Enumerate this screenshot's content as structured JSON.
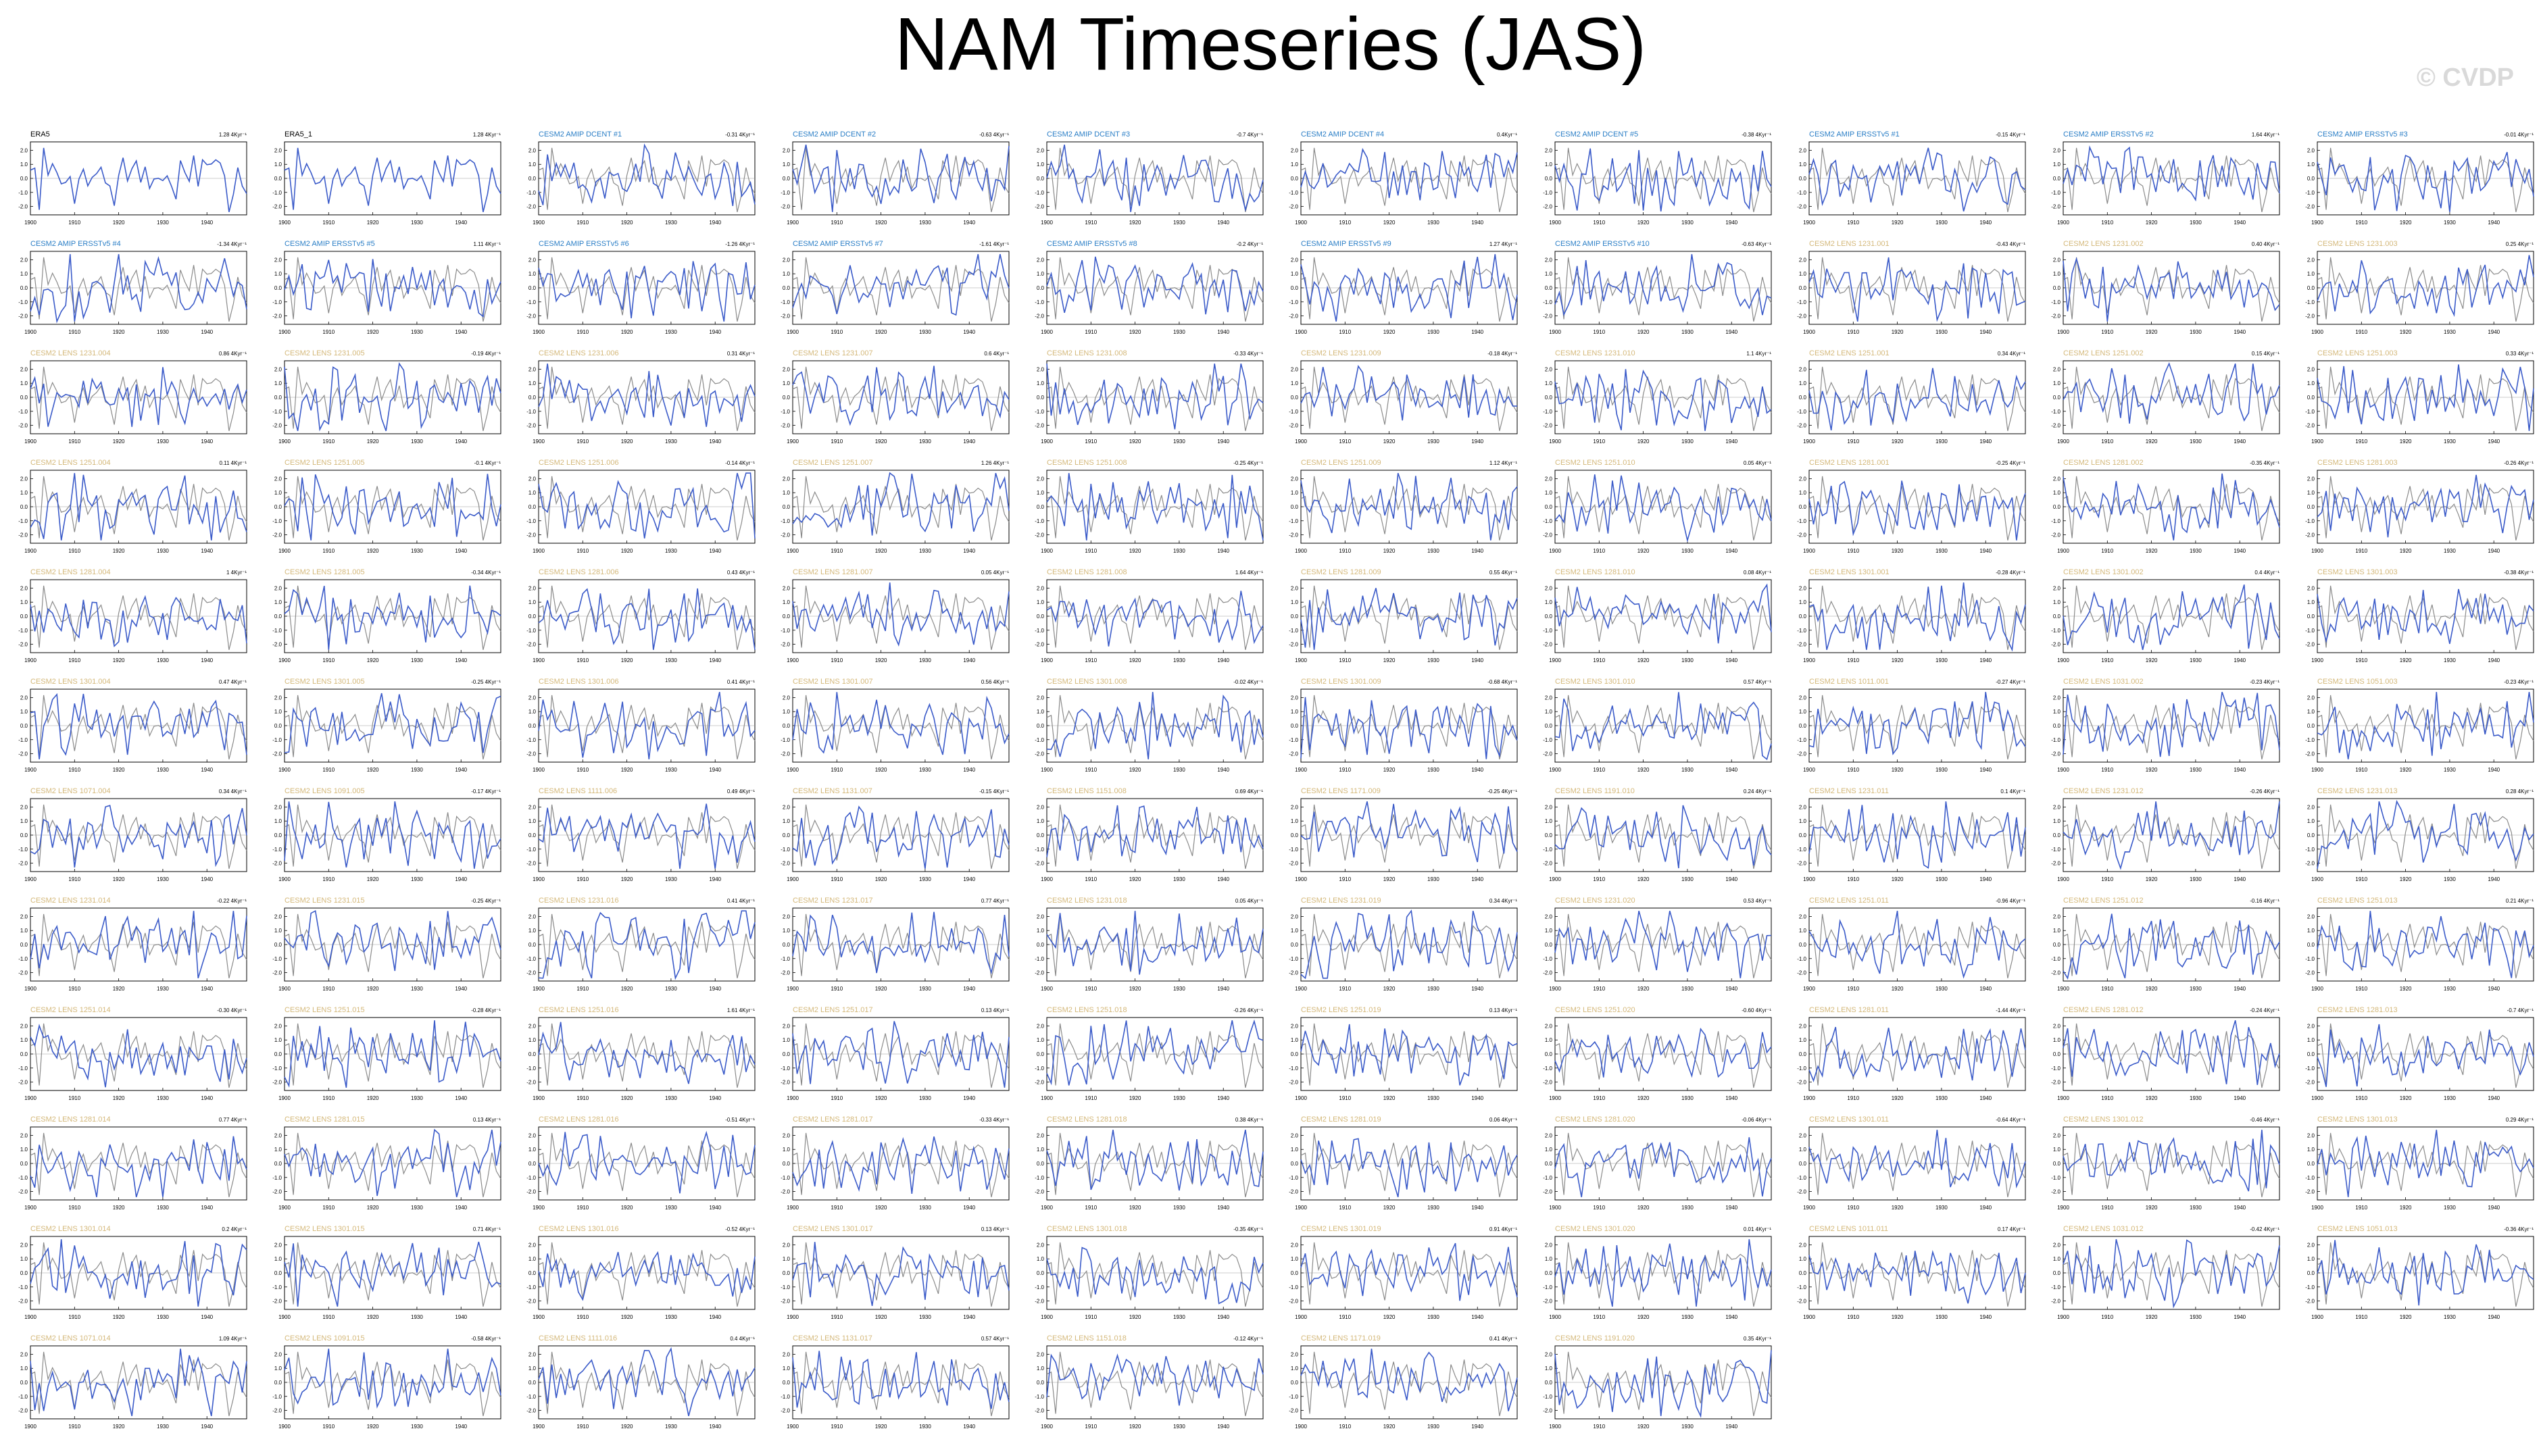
{
  "page": {
    "title": "NAM Timeseries (JAS)",
    "watermark": "© CVDP"
  },
  "colors": {
    "member_line": "#3b5bc9",
    "obs_line": "#8a8a8a",
    "zero_line": "#999999",
    "obs_title": "#000000",
    "amip_title": "#2a7ec6",
    "lens_title": "#d4b87a",
    "axis": "#000000"
  },
  "chart_data": {
    "type": "line",
    "x_range": [
      1900,
      1949
    ],
    "xticks": [
      "1900",
      "1910",
      "1920",
      "1930",
      "1940"
    ],
    "yticks": [
      "2.0",
      "1.0",
      "0.0",
      "-1.0",
      "-2.0"
    ],
    "ylim": [
      -2.6,
      2.6
    ],
    "panels": [
      {
        "title": "ERA5",
        "trend": "1.28 4Kyr⁻¹",
        "group": "obs"
      },
      {
        "title": "ERA5_1",
        "trend": "1.28 4Kyr⁻¹",
        "group": "obs"
      },
      {
        "title": "CESM2 AMIP DCENT #1",
        "trend": "-0.31 4Kyr⁻¹",
        "group": "amip"
      },
      {
        "title": "CESM2 AMIP DCENT #2",
        "trend": "-0.63 4Kyr⁻¹",
        "group": "amip"
      },
      {
        "title": "CESM2 AMIP DCENT #3",
        "trend": "-0.7 4Kyr⁻¹",
        "group": "amip"
      },
      {
        "title": "CESM2 AMIP DCENT #4",
        "trend": "0.4Kyr⁻¹",
        "group": "amip"
      },
      {
        "title": "CESM2 AMIP DCENT #5",
        "trend": "-0.38 4Kyr⁻¹",
        "group": "amip"
      },
      {
        "title": "CESM2 AMIP ERSSTv5 #1",
        "trend": "-0.15 4Kyr⁻¹",
        "group": "amip"
      },
      {
        "title": "CESM2 AMIP ERSSTv5 #2",
        "trend": "1.64 4Kyr⁻¹",
        "group": "amip"
      },
      {
        "title": "CESM2 AMIP ERSSTv5 #3",
        "trend": "-0.01 4Kyr⁻¹",
        "group": "amip"
      },
      {
        "title": "CESM2 AMIP ERSSTv5 #4",
        "trend": "-1.34 4Kyr⁻¹",
        "group": "amip"
      },
      {
        "title": "CESM2 AMIP ERSSTv5 #5",
        "trend": "1.11 4Kyr⁻¹",
        "group": "amip"
      },
      {
        "title": "CESM2 AMIP ERSSTv5 #6",
        "trend": "-1.26 4Kyr⁻¹",
        "group": "amip"
      },
      {
        "title": "CESM2 AMIP ERSSTv5 #7",
        "trend": "-1.61 4Kyr⁻¹",
        "group": "amip"
      },
      {
        "title": "CESM2 AMIP ERSSTv5 #8",
        "trend": "-0.2 4Kyr⁻¹",
        "group": "amip"
      },
      {
        "title": "CESM2 AMIP ERSSTv5 #9",
        "trend": "1.27 4Kyr⁻¹",
        "group": "amip"
      },
      {
        "title": "CESM2 AMIP ERSSTv5 #10",
        "trend": "-0.63 4Kyr⁻¹",
        "group": "amip"
      },
      {
        "title": "CESM2 LENS 1231.001",
        "trend": "-0.43 4Kyr⁻¹",
        "group": "lens"
      },
      {
        "title": "CESM2 LENS 1231.002",
        "trend": "0.40 4Kyr⁻¹",
        "group": "lens"
      },
      {
        "title": "CESM2 LENS 1231.003",
        "trend": "0.25 4Kyr⁻¹",
        "group": "lens"
      },
      {
        "title": "CESM2 LENS 1231.004",
        "trend": "0.86 4Kyr⁻¹",
        "group": "lens"
      },
      {
        "title": "CESM2 LENS 1231.005",
        "trend": "-0.19 4Kyr⁻¹",
        "group": "lens"
      },
      {
        "title": "CESM2 LENS 1231.006",
        "trend": "0.31 4Kyr⁻¹",
        "group": "lens"
      },
      {
        "title": "CESM2 LENS 1231.007",
        "trend": "0.6 4Kyr⁻¹",
        "group": "lens"
      },
      {
        "title": "CESM2 LENS 1231.008",
        "trend": "-0.33 4Kyr⁻¹",
        "group": "lens"
      },
      {
        "title": "CESM2 LENS 1231.009",
        "trend": "-0.18 4Kyr⁻¹",
        "group": "lens"
      },
      {
        "title": "CESM2 LENS 1231.010",
        "trend": "1.1 4Kyr⁻¹",
        "group": "lens"
      },
      {
        "title": "CESM2 LENS 1251.001",
        "trend": "0.34 4Kyr⁻¹",
        "group": "lens"
      },
      {
        "title": "CESM2 LENS 1251.002",
        "trend": "0.15 4Kyr⁻¹",
        "group": "lens"
      },
      {
        "title": "CESM2 LENS 1251.003",
        "trend": "0.33 4Kyr⁻¹",
        "group": "lens"
      },
      {
        "title": "CESM2 LENS 1251.004",
        "trend": "0.11 4Kyr⁻¹",
        "group": "lens"
      },
      {
        "title": "CESM2 LENS 1251.005",
        "trend": "-0.1 4Kyr⁻¹",
        "group": "lens"
      },
      {
        "title": "CESM2 LENS 1251.006",
        "trend": "-0.14 4Kyr⁻¹",
        "group": "lens"
      },
      {
        "title": "CESM2 LENS 1251.007",
        "trend": "1.26 4Kyr⁻¹",
        "group": "lens"
      },
      {
        "title": "CESM2 LENS 1251.008",
        "trend": "-0.25 4Kyr⁻¹",
        "group": "lens"
      },
      {
        "title": "CESM2 LENS 1251.009",
        "trend": "1.12 4Kyr⁻¹",
        "group": "lens"
      },
      {
        "title": "CESM2 LENS 1251.010",
        "trend": "0.05 4Kyr⁻¹",
        "group": "lens"
      },
      {
        "title": "CESM2 LENS 1281.001",
        "trend": "-0.25 4Kyr⁻¹",
        "group": "lens"
      },
      {
        "title": "CESM2 LENS 1281.002",
        "trend": "-0.35 4Kyr⁻¹",
        "group": "lens"
      },
      {
        "title": "CESM2 LENS 1281.003",
        "trend": "-0.26 4Kyr⁻¹",
        "group": "lens"
      },
      {
        "title": "CESM2 LENS 1281.004",
        "trend": "1 4Kyr⁻¹",
        "group": "lens"
      },
      {
        "title": "CESM2 LENS 1281.005",
        "trend": "-0.34 4Kyr⁻¹",
        "group": "lens"
      },
      {
        "title": "CESM2 LENS 1281.006",
        "trend": "0.43 4Kyr⁻¹",
        "group": "lens"
      },
      {
        "title": "CESM2 LENS 1281.007",
        "trend": "0.05 4Kyr⁻¹",
        "group": "lens"
      },
      {
        "title": "CESM2 LENS 1281.008",
        "trend": "1.64 4Kyr⁻¹",
        "group": "lens"
      },
      {
        "title": "CESM2 LENS 1281.009",
        "trend": "0.55 4Kyr⁻¹",
        "group": "lens"
      },
      {
        "title": "CESM2 LENS 1281.010",
        "trend": "0.08 4Kyr⁻¹",
        "group": "lens"
      },
      {
        "title": "CESM2 LENS 1301.001",
        "trend": "-0.28 4Kyr⁻¹",
        "group": "lens"
      },
      {
        "title": "CESM2 LENS 1301.002",
        "trend": "0.4 4Kyr⁻¹",
        "group": "lens"
      },
      {
        "title": "CESM2 LENS 1301.003",
        "trend": "-0.38 4Kyr⁻¹",
        "group": "lens"
      },
      {
        "title": "CESM2 LENS 1301.004",
        "trend": "0.47 4Kyr⁻¹",
        "group": "lens"
      },
      {
        "title": "CESM2 LENS 1301.005",
        "trend": "-0.25 4Kyr⁻¹",
        "group": "lens"
      },
      {
        "title": "CESM2 LENS 1301.006",
        "trend": "0.41 4Kyr⁻¹",
        "group": "lens"
      },
      {
        "title": "CESM2 LENS 1301.007",
        "trend": "0.56 4Kyr⁻¹",
        "group": "lens"
      },
      {
        "title": "CESM2 LENS 1301.008",
        "trend": "-0.02 4Kyr⁻¹",
        "group": "lens"
      },
      {
        "title": "CESM2 LENS 1301.009",
        "trend": "-0.68 4Kyr⁻¹",
        "group": "lens"
      },
      {
        "title": "CESM2 LENS 1301.010",
        "trend": "0.57 4Kyr⁻¹",
        "group": "lens"
      },
      {
        "title": "CESM2 LENS 1011.001",
        "trend": "-0.27 4Kyr⁻¹",
        "group": "lens"
      },
      {
        "title": "CESM2 LENS 1031.002",
        "trend": "-0.23 4Kyr⁻¹",
        "group": "lens"
      },
      {
        "title": "CESM2 LENS 1051.003",
        "trend": "-0.23 4Kyr⁻¹",
        "group": "lens"
      },
      {
        "title": "CESM2 LENS 1071.004",
        "trend": "0.34 4Kyr⁻¹",
        "group": "lens"
      },
      {
        "title": "CESM2 LENS 1091.005",
        "trend": "-0.17 4Kyr⁻¹",
        "group": "lens"
      },
      {
        "title": "CESM2 LENS 1111.006",
        "trend": "0.49 4Kyr⁻¹",
        "group": "lens"
      },
      {
        "title": "CESM2 LENS 1131.007",
        "trend": "-0.15 4Kyr⁻¹",
        "group": "lens"
      },
      {
        "title": "CESM2 LENS 1151.008",
        "trend": "0.69 4Kyr⁻¹",
        "group": "lens"
      },
      {
        "title": "CESM2 LENS 1171.009",
        "trend": "-0.25 4Kyr⁻¹",
        "group": "lens"
      },
      {
        "title": "CESM2 LENS 1191.010",
        "trend": "0.24 4Kyr⁻¹",
        "group": "lens"
      },
      {
        "title": "CESM2 LENS 1231.011",
        "trend": "0.1 4Kyr⁻¹",
        "group": "lens"
      },
      {
        "title": "CESM2 LENS 1231.012",
        "trend": "-0.26 4Kyr⁻¹",
        "group": "lens"
      },
      {
        "title": "CESM2 LENS 1231.013",
        "trend": "0.28 4Kyr⁻¹",
        "group": "lens"
      },
      {
        "title": "CESM2 LENS 1231.014",
        "trend": "-0.22 4Kyr⁻¹",
        "group": "lens"
      },
      {
        "title": "CESM2 LENS 1231.015",
        "trend": "-0.25 4Kyr⁻¹",
        "group": "lens"
      },
      {
        "title": "CESM2 LENS 1231.016",
        "trend": "0.41 4Kyr⁻¹",
        "group": "lens"
      },
      {
        "title": "CESM2 LENS 1231.017",
        "trend": "0.77 4Kyr⁻¹",
        "group": "lens"
      },
      {
        "title": "CESM2 LENS 1231.018",
        "trend": "0.05 4Kyr⁻¹",
        "group": "lens"
      },
      {
        "title": "CESM2 LENS 1231.019",
        "trend": "0.34 4Kyr⁻¹",
        "group": "lens"
      },
      {
        "title": "CESM2 LENS 1231.020",
        "trend": "0.53 4Kyr⁻¹",
        "group": "lens"
      },
      {
        "title": "CESM2 LENS 1251.011",
        "trend": "-0.96 4Kyr⁻¹",
        "group": "lens"
      },
      {
        "title": "CESM2 LENS 1251.012",
        "trend": "-0.16 4Kyr⁻¹",
        "group": "lens"
      },
      {
        "title": "CESM2 LENS 1251.013",
        "trend": "0.21 4Kyr⁻¹",
        "group": "lens"
      },
      {
        "title": "CESM2 LENS 1251.014",
        "trend": "-0.30 4Kyr⁻¹",
        "group": "lens"
      },
      {
        "title": "CESM2 LENS 1251.015",
        "trend": "-0.28 4Kyr⁻¹",
        "group": "lens"
      },
      {
        "title": "CESM2 LENS 1251.016",
        "trend": "1.61 4Kyr⁻¹",
        "group": "lens"
      },
      {
        "title": "CESM2 LENS 1251.017",
        "trend": "0.13 4Kyr⁻¹",
        "group": "lens"
      },
      {
        "title": "CESM2 LENS 1251.018",
        "trend": "-0.26 4Kyr⁻¹",
        "group": "lens"
      },
      {
        "title": "CESM2 LENS 1251.019",
        "trend": "0.13 4Kyr⁻¹",
        "group": "lens"
      },
      {
        "title": "CESM2 LENS 1251.020",
        "trend": "-0.60 4Kyr⁻¹",
        "group": "lens"
      },
      {
        "title": "CESM2 LENS 1281.011",
        "trend": "-1.44 4Kyr⁻¹",
        "group": "lens"
      },
      {
        "title": "CESM2 LENS 1281.012",
        "trend": "-0.24 4Kyr⁻¹",
        "group": "lens"
      },
      {
        "title": "CESM2 LENS 1281.013",
        "trend": "-0.7 4Kyr⁻¹",
        "group": "lens"
      },
      {
        "title": "CESM2 LENS 1281.014",
        "trend": "0.77 4Kyr⁻¹",
        "group": "lens"
      },
      {
        "title": "CESM2 LENS 1281.015",
        "trend": "0.13 4Kyr⁻¹",
        "group": "lens"
      },
      {
        "title": "CESM2 LENS 1281.016",
        "trend": "-0.51 4Kyr⁻¹",
        "group": "lens"
      },
      {
        "title": "CESM2 LENS 1281.017",
        "trend": "-0.33 4Kyr⁻¹",
        "group": "lens"
      },
      {
        "title": "CESM2 LENS 1281.018",
        "trend": "0.38 4Kyr⁻¹",
        "group": "lens"
      },
      {
        "title": "CESM2 LENS 1281.019",
        "trend": "0.06 4Kyr⁻¹",
        "group": "lens"
      },
      {
        "title": "CESM2 LENS 1281.020",
        "trend": "-0.06 4Kyr⁻¹",
        "group": "lens"
      },
      {
        "title": "CESM2 LENS 1301.011",
        "trend": "-0.64 4Kyr⁻¹",
        "group": "lens"
      },
      {
        "title": "CESM2 LENS 1301.012",
        "trend": "-0.46 4Kyr⁻¹",
        "group": "lens"
      },
      {
        "title": "CESM2 LENS 1301.013",
        "trend": "0.29 4Kyr⁻¹",
        "group": "lens"
      },
      {
        "title": "CESM2 LENS 1301.014",
        "trend": "0.2 4Kyr⁻¹",
        "group": "lens"
      },
      {
        "title": "CESM2 LENS 1301.015",
        "trend": "0.71 4Kyr⁻¹",
        "group": "lens"
      },
      {
        "title": "CESM2 LENS 1301.016",
        "trend": "-0.52 4Kyr⁻¹",
        "group": "lens"
      },
      {
        "title": "CESM2 LENS 1301.017",
        "trend": "0.13 4Kyr⁻¹",
        "group": "lens"
      },
      {
        "title": "CESM2 LENS 1301.018",
        "trend": "-0.35 4Kyr⁻¹",
        "group": "lens"
      },
      {
        "title": "CESM2 LENS 1301.019",
        "trend": "0.91 4Kyr⁻¹",
        "group": "lens"
      },
      {
        "title": "CESM2 LENS 1301.020",
        "trend": "0.01 4Kyr⁻¹",
        "group": "lens"
      },
      {
        "title": "CESM2 LENS 1011.011",
        "trend": "0.17 4Kyr⁻¹",
        "group": "lens"
      },
      {
        "title": "CESM2 LENS 1031.012",
        "trend": "-0.42 4Kyr⁻¹",
        "group": "lens"
      },
      {
        "title": "CESM2 LENS 1051.013",
        "trend": "-0.36 4Kyr⁻¹",
        "group": "lens"
      },
      {
        "title": "CESM2 LENS 1071.014",
        "trend": "1.09 4Kyr⁻¹",
        "group": "lens"
      },
      {
        "title": "CESM2 LENS 1091.015",
        "trend": "-0.58 4Kyr⁻¹",
        "group": "lens"
      },
      {
        "title": "CESM2 LENS 1111.016",
        "trend": "0.4 4Kyr⁻¹",
        "group": "lens"
      },
      {
        "title": "CESM2 LENS 1131.017",
        "trend": "0.57 4Kyr⁻¹",
        "group": "lens"
      },
      {
        "title": "CESM2 LENS 1151.018",
        "trend": "-0.12 4Kyr⁻¹",
        "group": "lens"
      },
      {
        "title": "CESM2 LENS 1171.019",
        "trend": "0.41 4Kyr⁻¹",
        "group": "lens"
      },
      {
        "title": "CESM2 LENS 1191.020",
        "trend": "0.35 4Kyr⁻¹",
        "group": "lens"
      }
    ]
  }
}
